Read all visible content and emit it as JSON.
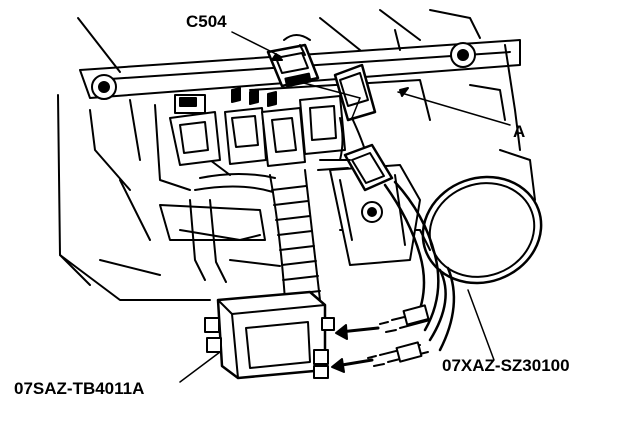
{
  "labels": {
    "connector": "C504",
    "part_a": "A",
    "test_box": "07SAZ-TB4011A",
    "test_harness": "07XAZ-SZ30100"
  },
  "colors": {
    "ink": "#000000",
    "paper": "#ffffff",
    "shade": "#444444"
  }
}
